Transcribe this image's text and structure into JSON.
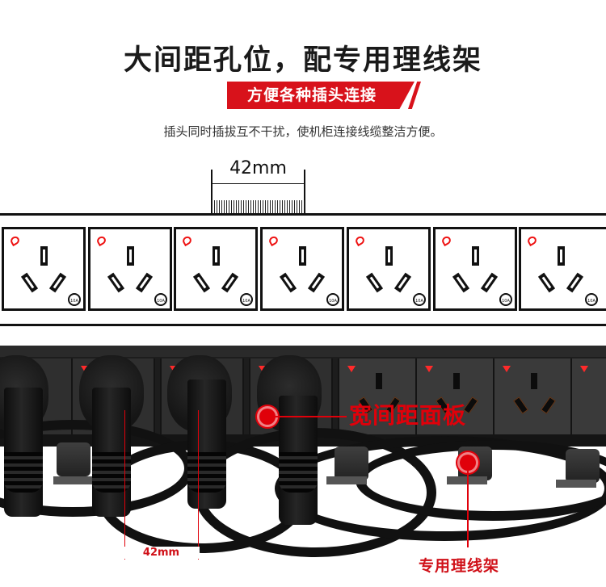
{
  "header": {
    "title": "大间距孔位，配专用理线架",
    "banner": "方便各种插头连接",
    "subtitle": "插头同时插拔互不干扰，使机柜连接线缆整洁方便。"
  },
  "diagram": {
    "spacing_label": "42mm",
    "socket_count": 7,
    "socket_rating": "10A"
  },
  "photo": {
    "panel_callout": "宽间距面板",
    "rack_callout": "专用理线架",
    "plug_spacing_label": "42mm"
  },
  "colors": {
    "accent_red": "#d8121b",
    "text_dark": "#1a1a1a",
    "pdu_black": "#1d1d1d"
  }
}
